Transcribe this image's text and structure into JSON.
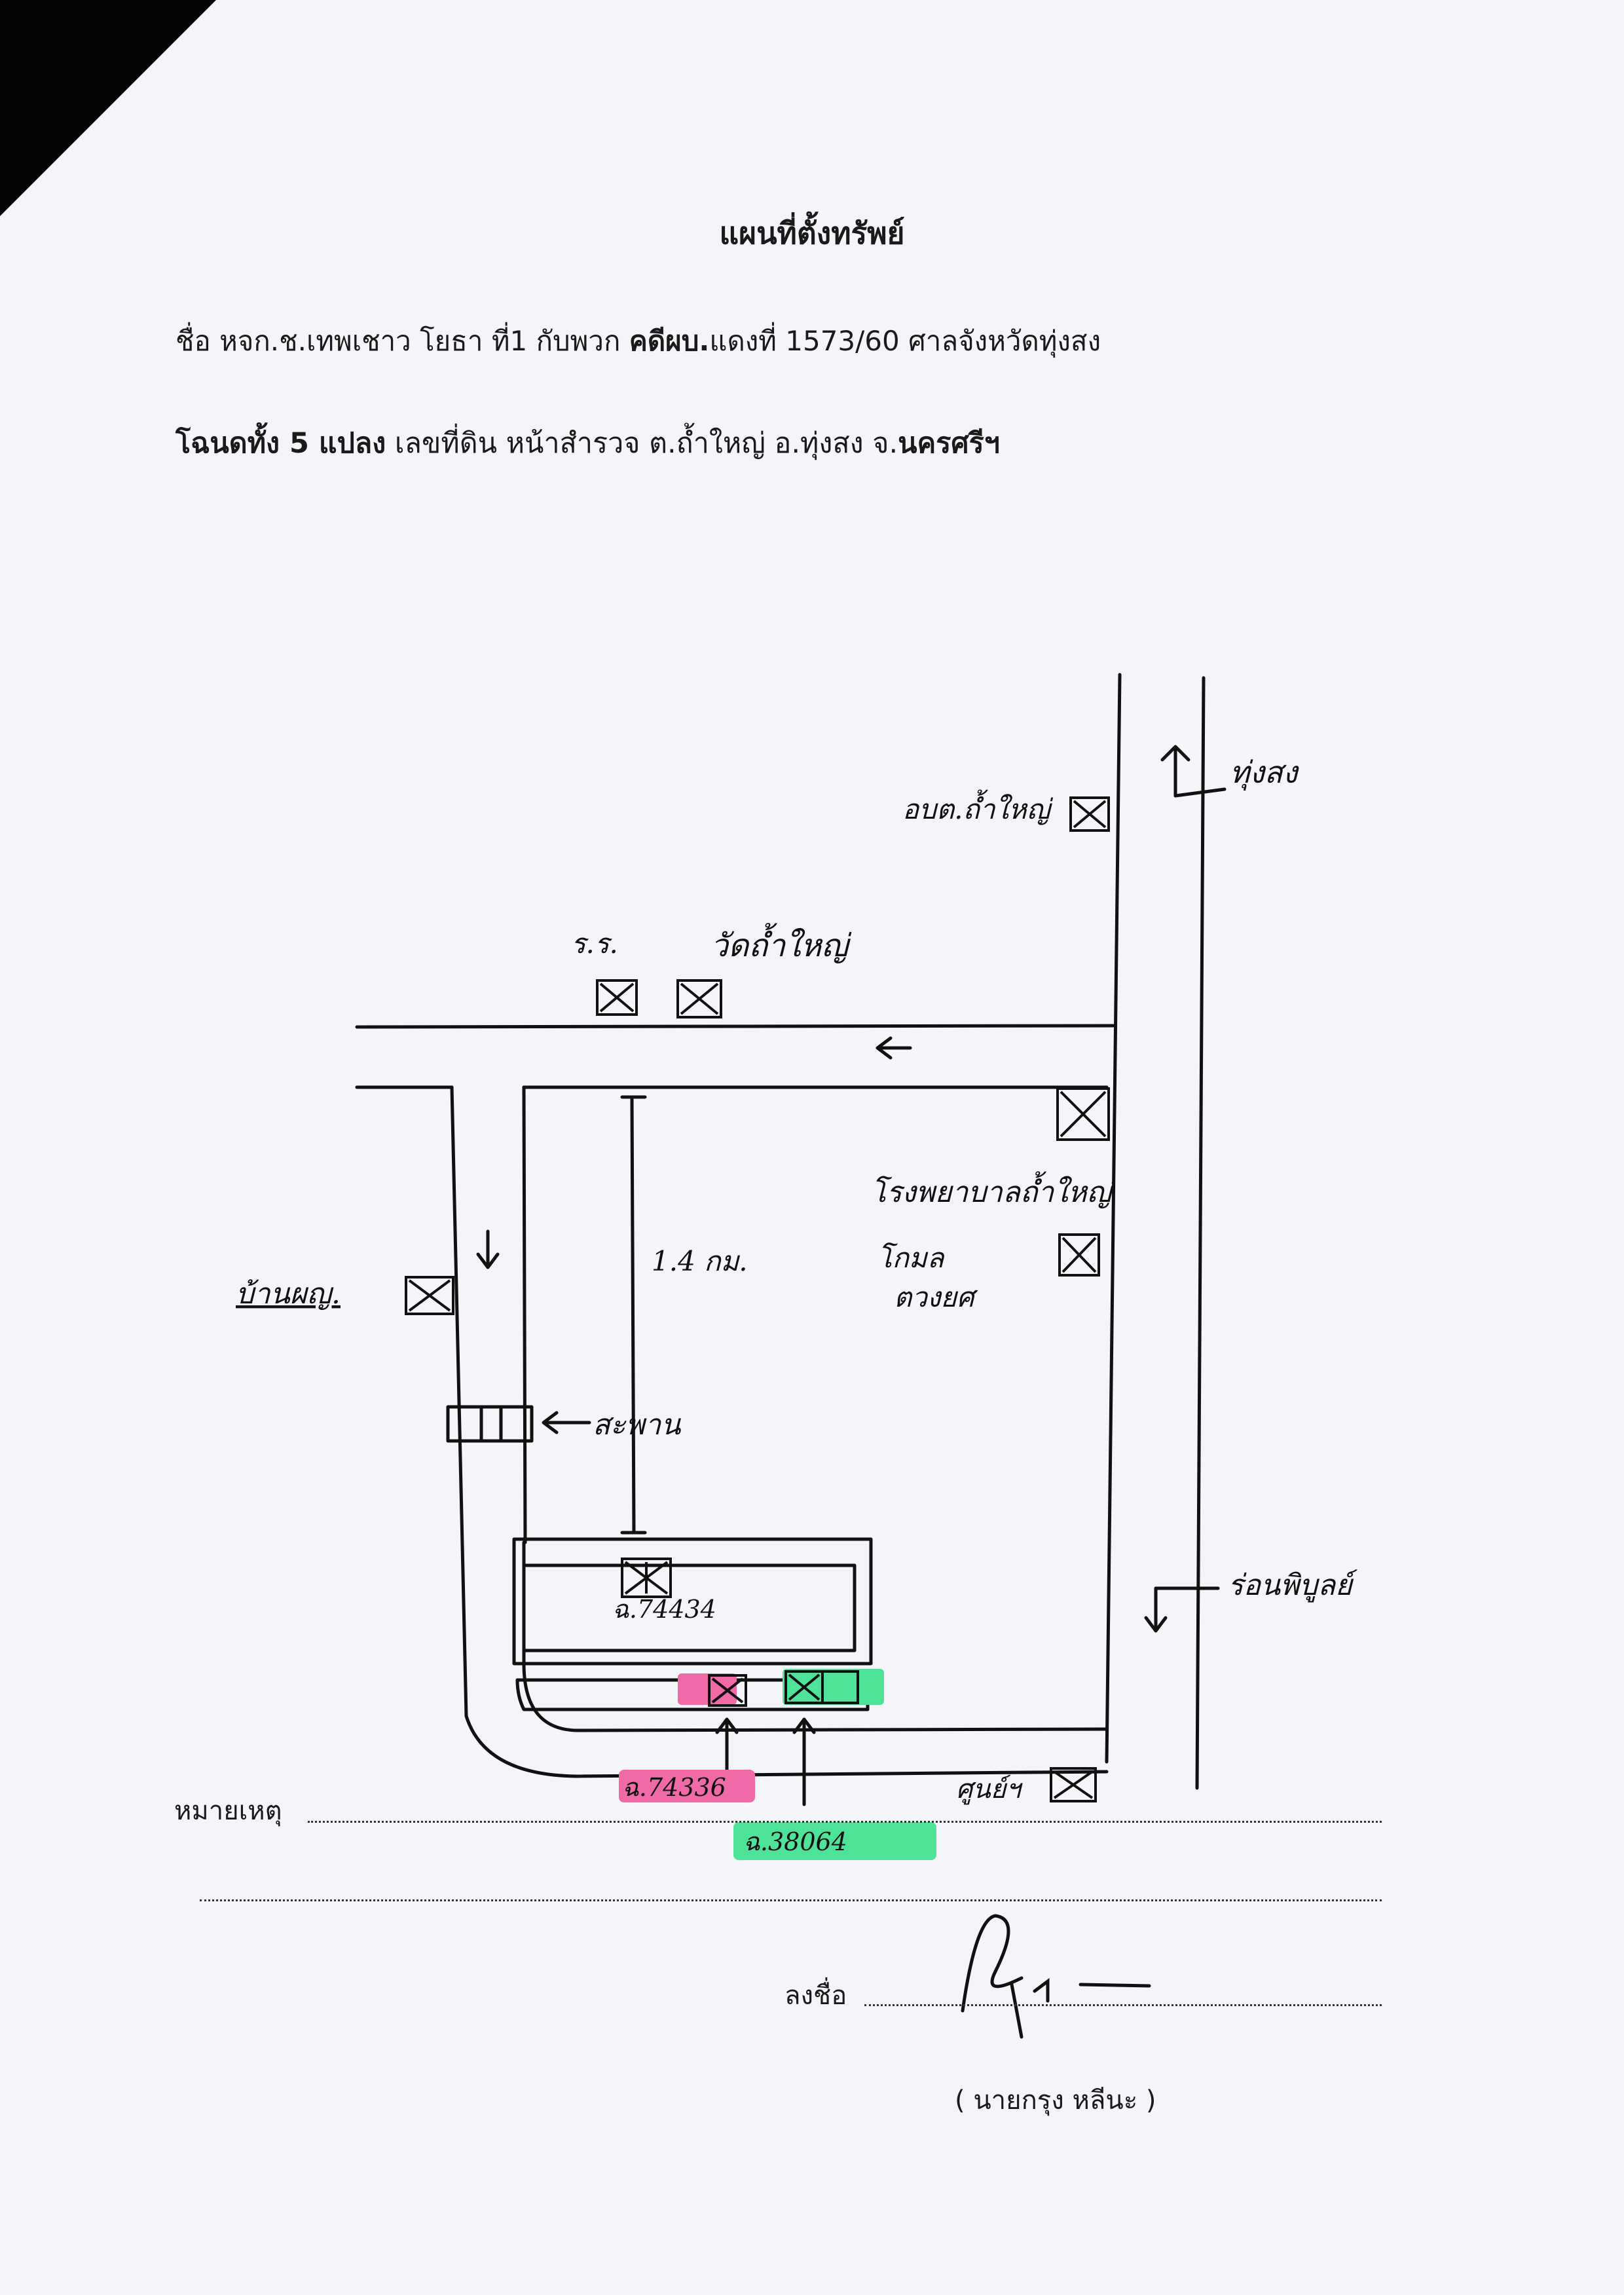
{
  "document": {
    "title": "แผนที่ตั้งทรัพย์",
    "line1": {
      "name_prefix": "ชื่อ หจก.ช.เทพเชาว โยธา  ที่1 กับพวก ",
      "case_label": "คดีผบ.",
      "case_rest": "แดงที่ 1573/60 ศาลจังหวัดทุ่งสง"
    },
    "line2": {
      "deed_label": "โฉนดทั้ง 5 แปลง",
      "land_part": "  เลขที่ดิน  หน้าสำรวจ  ต.ถ้ำใหญ่ อ.ทุ่งสง จ.",
      "province": "นครศรีฯ"
    },
    "remarks_label": "หมายเหตุ",
    "sign_label": "ลงชื่อ",
    "signer_name": "( นายกรุง หลีนะ )"
  },
  "sketch_map": {
    "labels": {
      "to_thungsong": "ทุ่งสง",
      "tambon_office": "อบต.ถ้ำใหญ่",
      "school": "ร.ร.",
      "temple": "วัดถ้ำใหญ่",
      "hospital": "โรงพยาบาลถ้ำใหญ่",
      "temple_2": "โกมล",
      "temple_2b": "ตวงยศ",
      "village_head": "บ้านผญ.",
      "distance": "1.4 กม.",
      "bridge": "สะพาน",
      "plot_1": "ฉ.74434",
      "plot_2": "ฉ.74336",
      "plot_3": "ฉ.38064",
      "center": "ศูนย์ฯ",
      "to_ronphibun": "ร่อนพิบูลย์"
    },
    "highlight_colors": {
      "pink": "#f06aa8",
      "green": "#4fe39a"
    }
  }
}
